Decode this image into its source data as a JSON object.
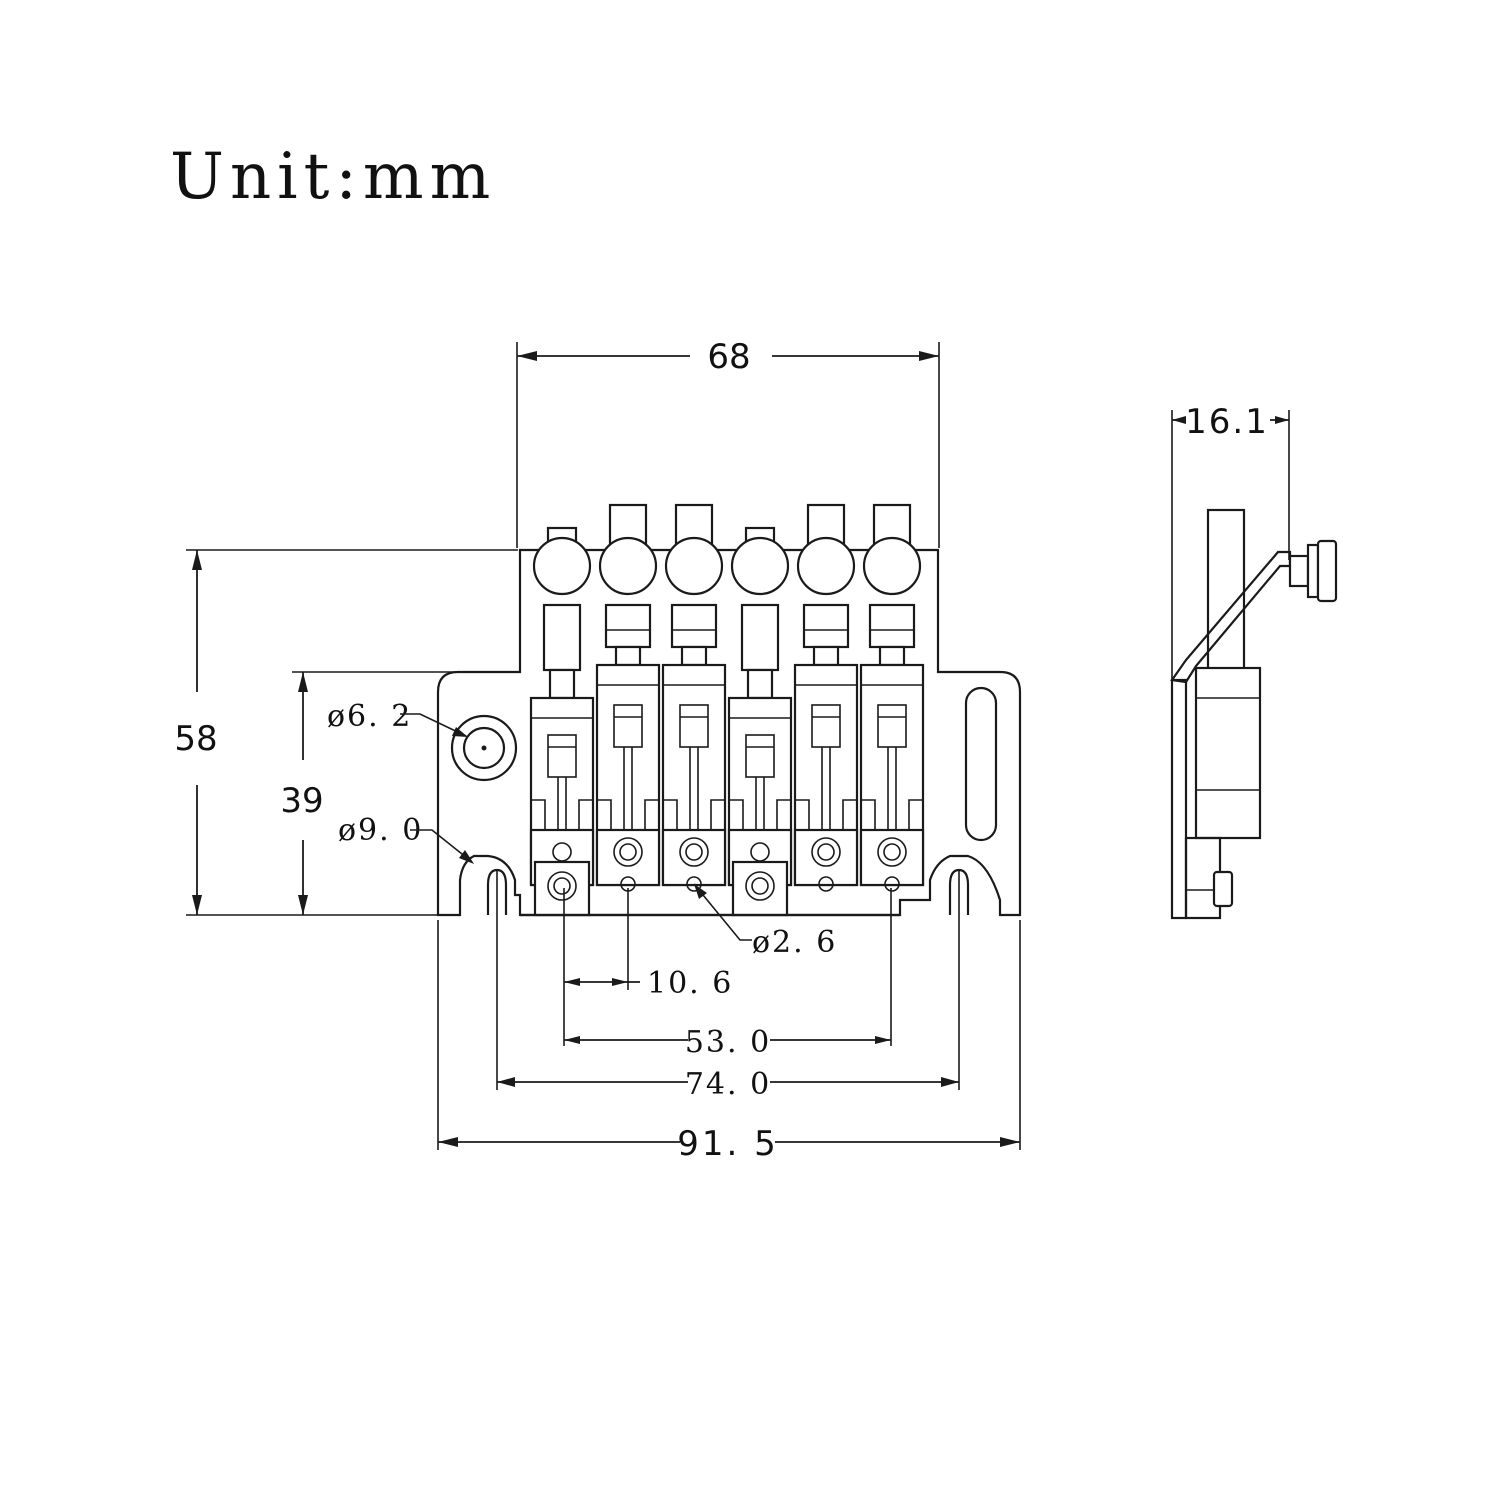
{
  "title": "Unit:mm",
  "front_view": {
    "width_top": "68",
    "height_total": "58",
    "height_plate": "39",
    "hole_small_diameter": "ø6. 2",
    "hole_large_diameter": "ø9. 0",
    "pin_diameter": "ø2. 6",
    "saddle_pitch": "10. 6",
    "outer_saddle_span": "53. 0",
    "stud_slot_span": "74. 0",
    "plate_width": "91. 5",
    "saddle_count": 6
  },
  "side_view": {
    "depth": "16.1"
  },
  "colors": {
    "line": "#1a1a1a",
    "background": "#ffffff"
  }
}
